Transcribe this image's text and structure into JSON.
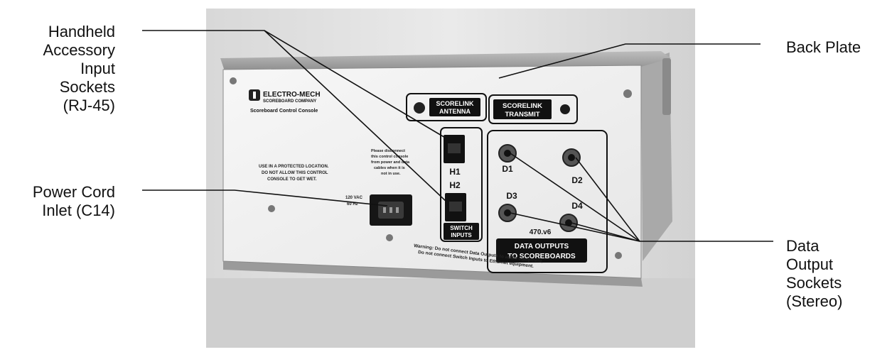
{
  "callouts": {
    "handheld": [
      "Handheld",
      "Accessory",
      "Input",
      "Sockets",
      "(RJ-45)"
    ],
    "power": [
      "Power Cord",
      "Inlet (C14)"
    ],
    "back_plate": "Back Plate",
    "data_output": [
      "Data",
      "Output",
      "Sockets",
      "(Stereo)"
    ]
  },
  "panel": {
    "brand": "ELECTRO-MECH",
    "brand_sub": "SCOREBOARD COMPANY",
    "product": "Scoreboard Control Console",
    "warning_location": [
      "USE IN A PROTECTED LOCATION.",
      "DO NOT ALLOW THIS CONTROL",
      "CONSOLE TO GET WET."
    ],
    "disconnect_note": [
      "Please disconnect",
      "this control console",
      "from power and data",
      "cables when it is",
      "not in use."
    ],
    "voltage": [
      "120 VAC",
      "60 Hz"
    ],
    "antenna_label": [
      "SCORELINK",
      "ANTENNA"
    ],
    "transmit_label": [
      "SCORELINK",
      "TRANSMIT"
    ],
    "h1": "H1",
    "h2": "H2",
    "switch_inputs": [
      "SWITCH",
      "INPUTS"
    ],
    "d1": "D1",
    "d2": "D2",
    "d3": "D3",
    "d4": "D4",
    "version": "470.v6",
    "data_outputs": [
      "DATA OUTPUTS",
      "TO SCOREBOARDS"
    ],
    "bottom_warning": [
      "Warning: Do not connect Data Outputs to audio equipment.",
      "Do not connect Switch Inputs to Ethernet equipment."
    ]
  }
}
